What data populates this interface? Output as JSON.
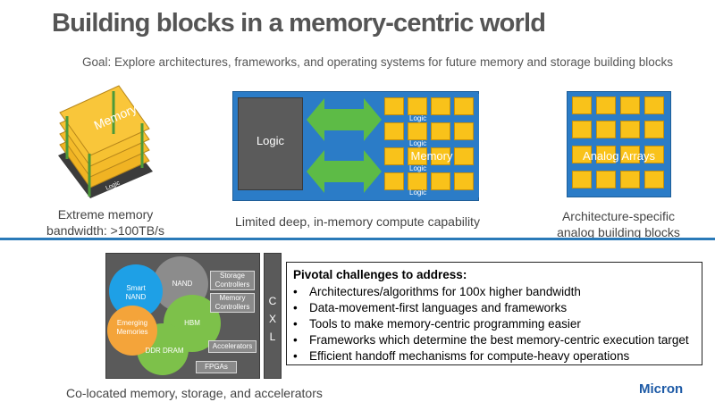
{
  "title": "Building blocks in a memory-centric world",
  "goal": "Goal: Explore architectures, frameworks, and operating systems for future memory and storage building blocks",
  "blocks": {
    "stack": {
      "memory_label": "Memory",
      "logic_label": "Logic",
      "caption_line1": "Extreme memory",
      "caption_line2": "bandwidth: >100TB/s"
    },
    "compute": {
      "logic_label": "Logic",
      "memory_label": "Memory",
      "cell_labels": [
        "Logic",
        "Logic",
        "Logic",
        "Logic"
      ],
      "caption": "Limited deep, in-memory compute capability"
    },
    "analog": {
      "label": "Analog Arrays",
      "caption_line1": "Architecture-specific",
      "caption_line2": "analog building blocks"
    }
  },
  "colocated": {
    "smart_nand_l1": "Smart",
    "smart_nand_l2": "NAND",
    "nand": "NAND",
    "emerging_l1": "Emerging",
    "emerging_l2": "Memories",
    "hbm": "HBM",
    "ddr": "DDR DRAM",
    "storage_l1": "Storage",
    "storage_l2": "Controllers",
    "memory_l1": "Memory",
    "memory_l2": "Controllers",
    "accelerators": "Accelerators",
    "fpgas": "FPGAs",
    "cxl": [
      "C",
      "X",
      "L"
    ],
    "caption": "Co-located memory, storage, and accelerators"
  },
  "challenges": {
    "heading": "Pivotal challenges to address:",
    "bullet": "•",
    "items": [
      "Architectures/algorithms for 100x higher bandwidth",
      "Data-movement-first languages and frameworks",
      "Tools to make memory-centric programming easier",
      "Frameworks which determine the best memory-centric execution target",
      "Efficient handoff mechanisms for compute-heavy operations"
    ]
  },
  "logo": "Micron",
  "colors": {
    "accent_blue": "#2b7cc7",
    "chip_yellow": "#f9c21a",
    "stack_green": "#4c9a3a",
    "dark_gray": "#5a5a5a",
    "circle_blue": "#1ea0e6",
    "circle_orange": "#f4a43a",
    "circle_lime": "#7dc14a",
    "circle_gray": "#8c8c8c",
    "divider": "#2a7ab8",
    "brand": "#1d5aa6"
  }
}
